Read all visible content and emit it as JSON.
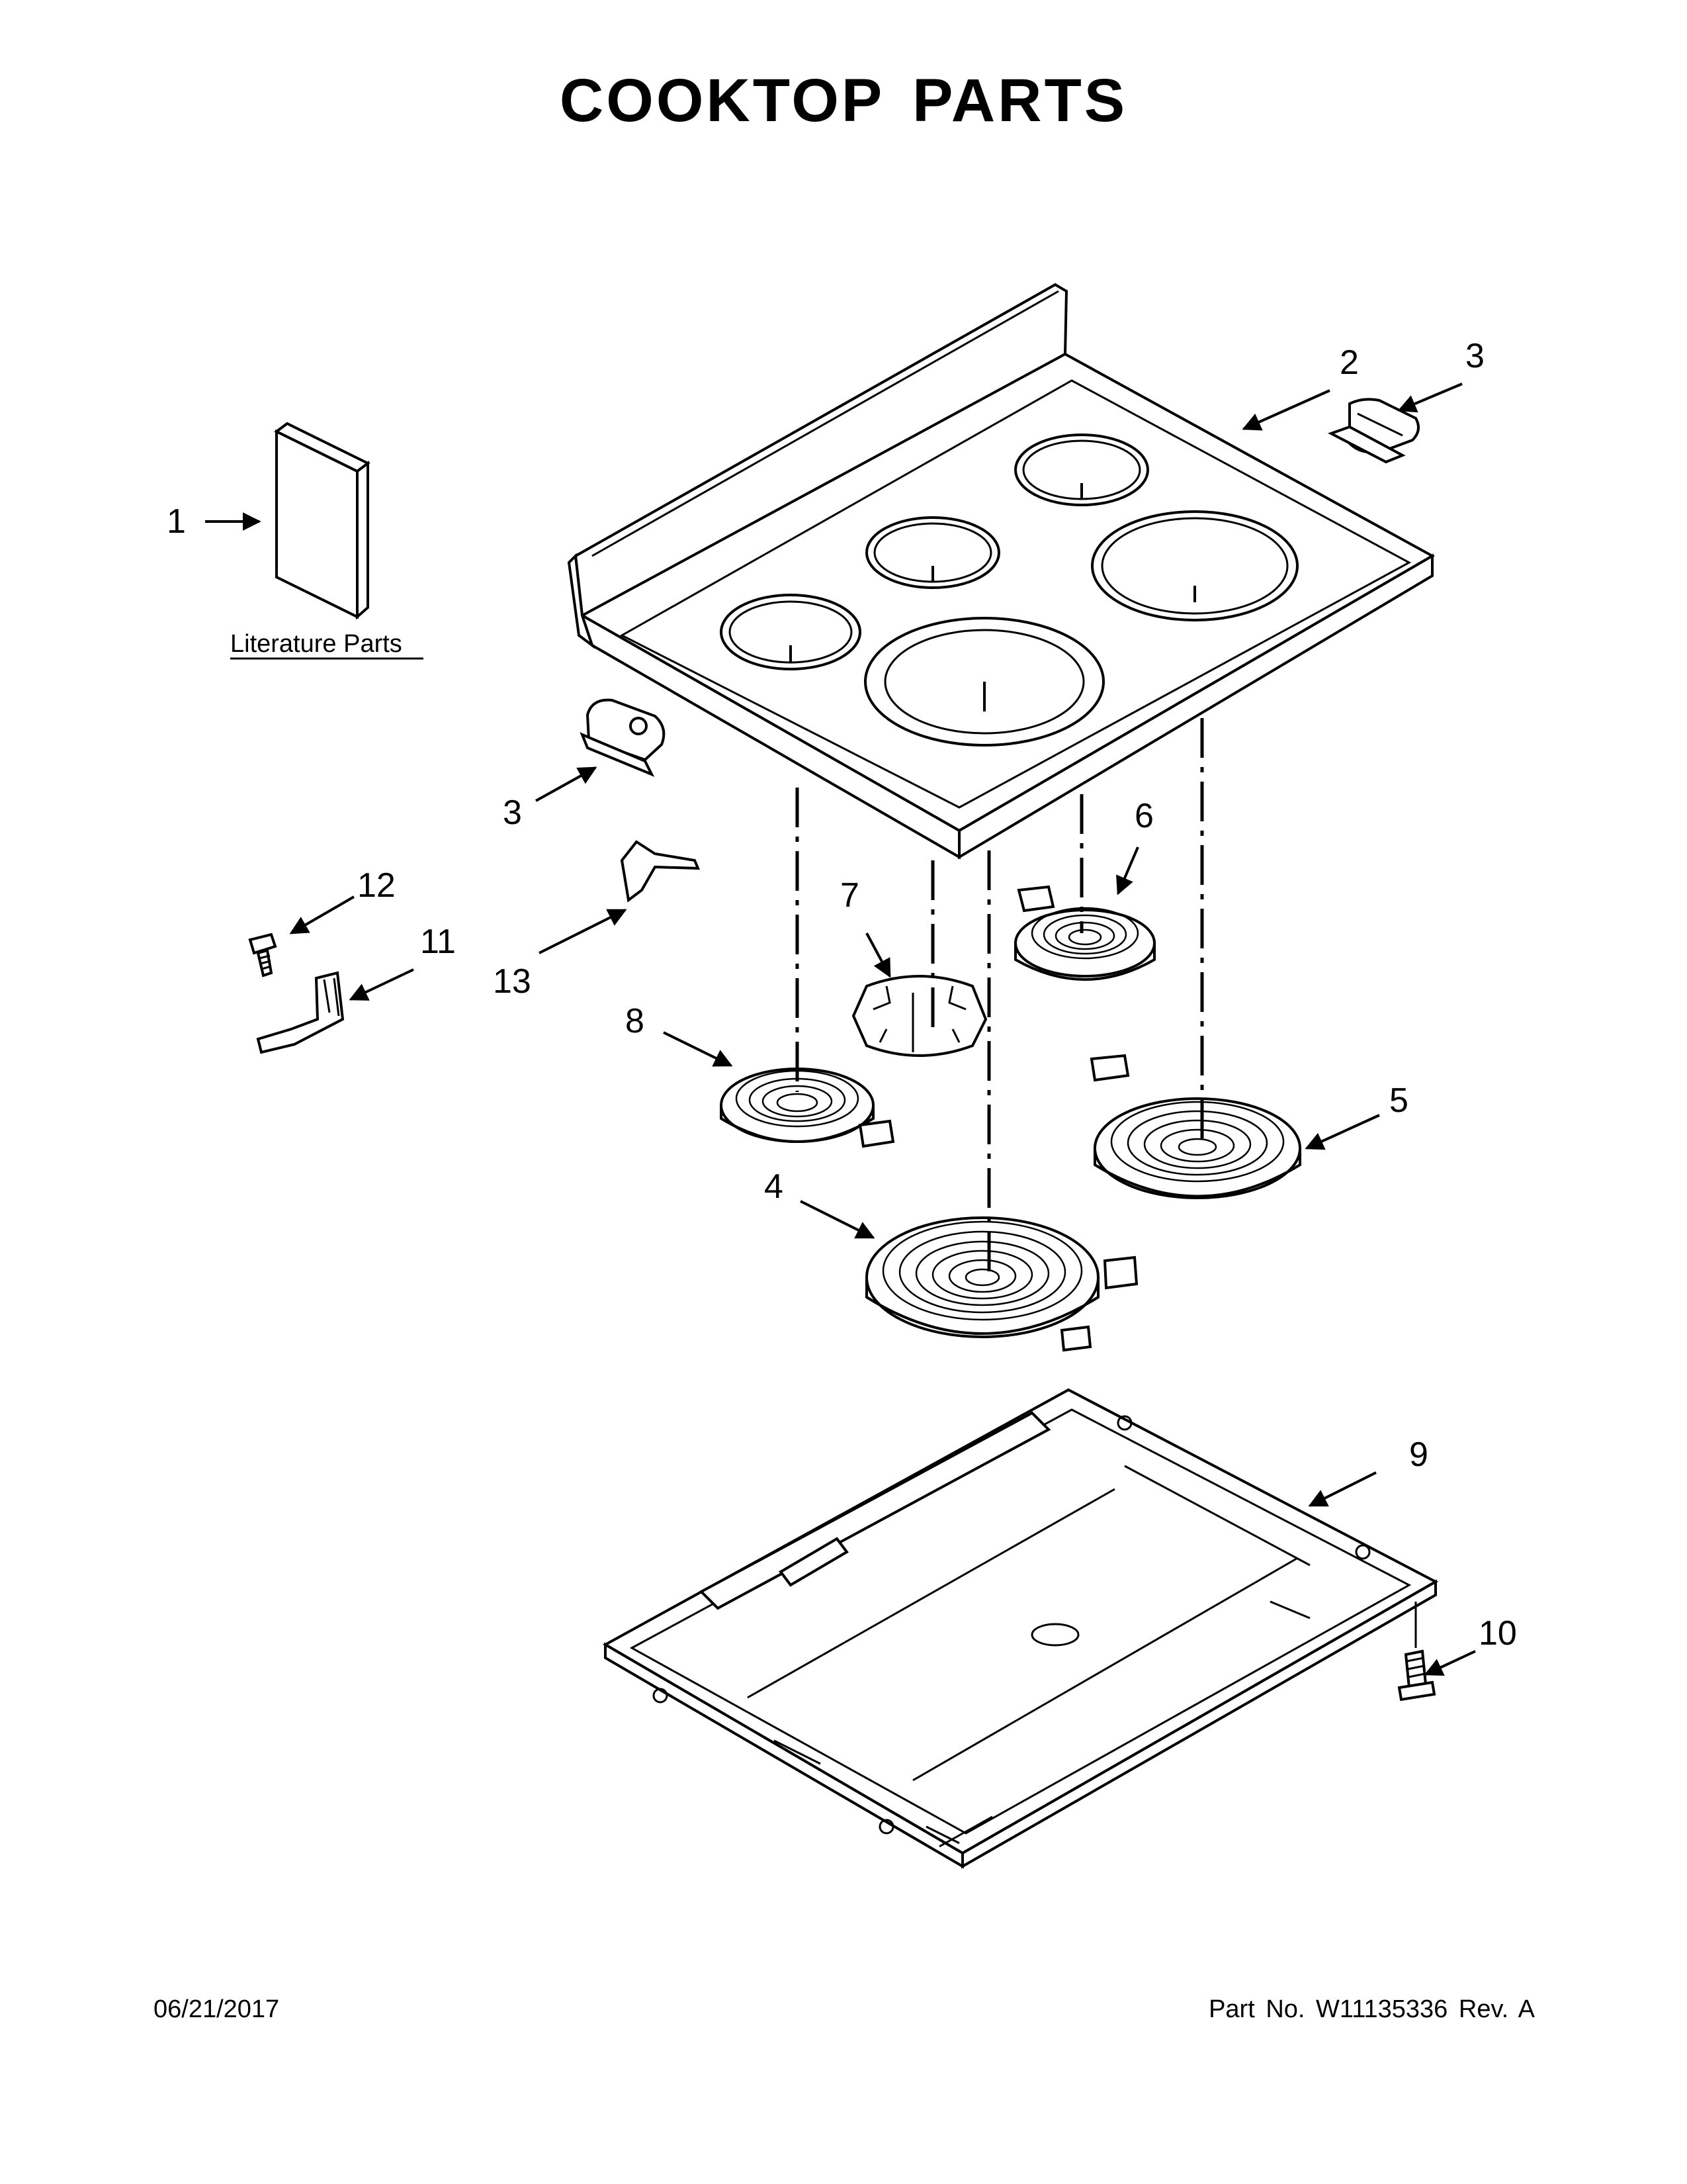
{
  "title": "COOKTOP PARTS",
  "literature_label": "Literature Parts",
  "callouts": {
    "c1": "1",
    "c2": "2",
    "c3a": "3",
    "c3b": "3",
    "c4": "4",
    "c5": "5",
    "c6": "6",
    "c7": "7",
    "c8": "8",
    "c9": "9",
    "c10": "10",
    "c11": "11",
    "c12": "12",
    "c13": "13"
  },
  "footer": {
    "date": "06/21/2017",
    "part_no": "Part No.  W11135336  Rev.  A"
  }
}
